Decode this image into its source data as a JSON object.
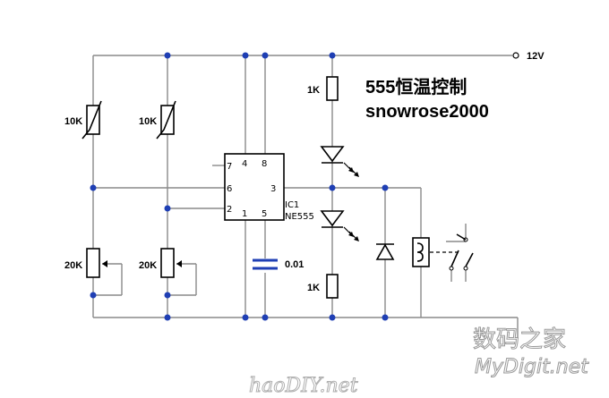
{
  "title": {
    "line1": "555恒温控制",
    "line2": "snowrose2000"
  },
  "supply": {
    "label": "12V"
  },
  "ic": {
    "ref": "IC1",
    "part": "NE555",
    "pins": [
      "7",
      "4",
      "8",
      "6",
      "3",
      "2",
      "1",
      "5"
    ]
  },
  "components": {
    "thermistor_left": "10K",
    "thermistor_right": "10K",
    "pot_left": "20K",
    "pot_right": "20K",
    "resistor_top": "1K",
    "resistor_bottom": "1K",
    "capacitor": "0.01"
  },
  "watermark": {
    "cn": "数码之家",
    "site": "MyDigit.net",
    "logo": "haoDIY.net"
  },
  "colors": {
    "wire": "#8a8a8a",
    "node": "#1f3fb4",
    "component": "#000000"
  }
}
